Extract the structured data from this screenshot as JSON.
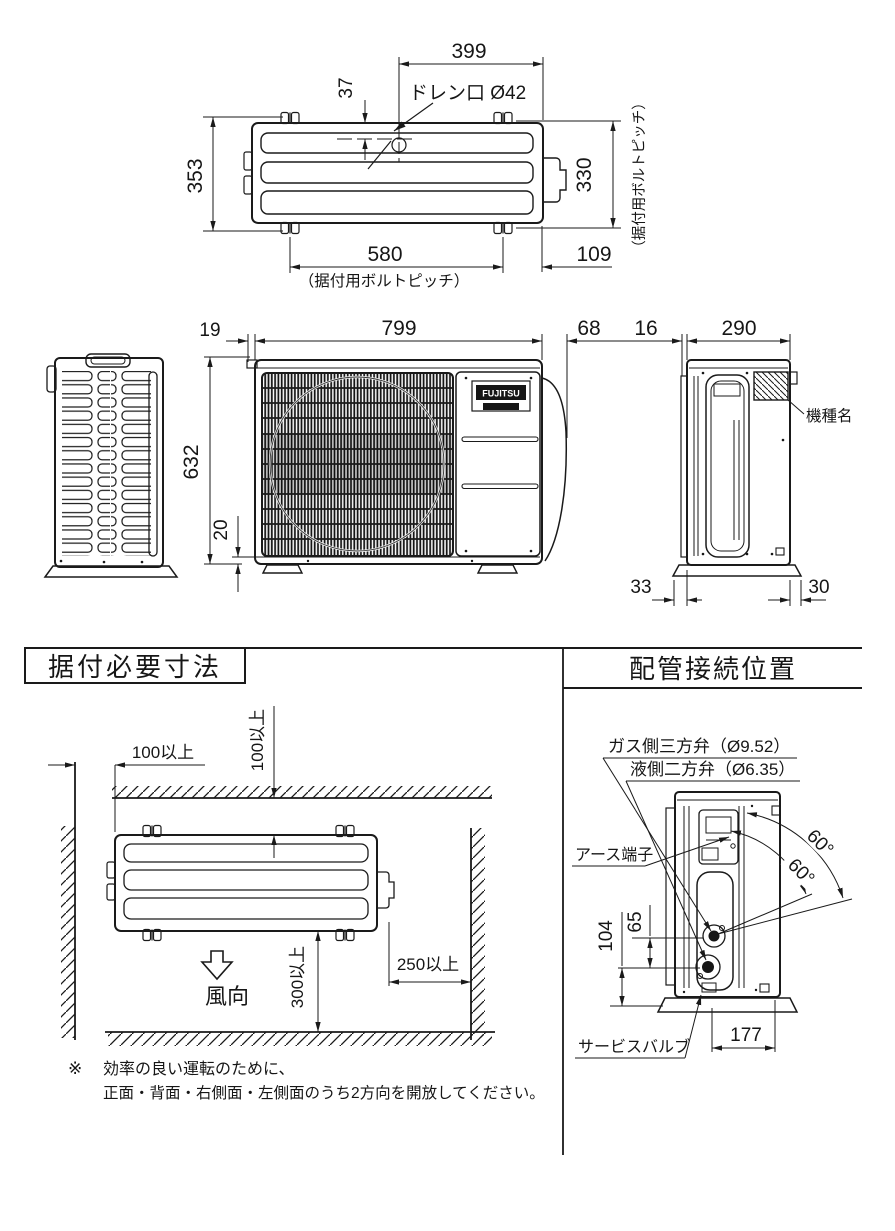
{
  "top_view": {
    "dim_width_top": "399",
    "dim_drain_offset": "37",
    "drain_label": "ドレン口 Ø42",
    "dim_depth_total": "353",
    "dim_depth_bolt_pitch": "330",
    "bolt_pitch_note_side": "（据付用ボルトピッチ）",
    "dim_bolt_pitch": "580",
    "dim_right_offset": "109",
    "bolt_pitch_note_bottom": "（据付用ボルトピッチ）"
  },
  "main_views": {
    "dim_back_offset": "19",
    "dim_width": "799",
    "dim_side_gap": "68",
    "dim_back_panel": "16",
    "dim_depth": "290",
    "dim_height": "632",
    "dim_foot_height": "20",
    "dim_base_left": "33",
    "dim_base_right": "30",
    "model_label": "機種名",
    "logo_text": "FUJITSU"
  },
  "clearance": {
    "title": "据付必要寸法",
    "left_clearance": "100以上",
    "back_clearance": "100以上",
    "front_clearance": "300以上",
    "right_clearance": "250以上",
    "wind_label": "風向",
    "note_mark": "※",
    "note_line1": "効率の良い運転のために、",
    "note_line2": "正面・背面・右側面・左側面のうち2方向を開放してください。"
  },
  "piping": {
    "title": "配管接続位置",
    "gas_valve_label": "ガス側三方弁（Ø9.52）",
    "liquid_valve_label": "液側二方弁（Ø6.35）",
    "earth_label": "アース端子",
    "angle_outer": "60°",
    "angle_inner": "60°",
    "dim_104": "104",
    "dim_65": "65",
    "dim_177": "177",
    "service_valve_label": "サービスバルブ"
  }
}
